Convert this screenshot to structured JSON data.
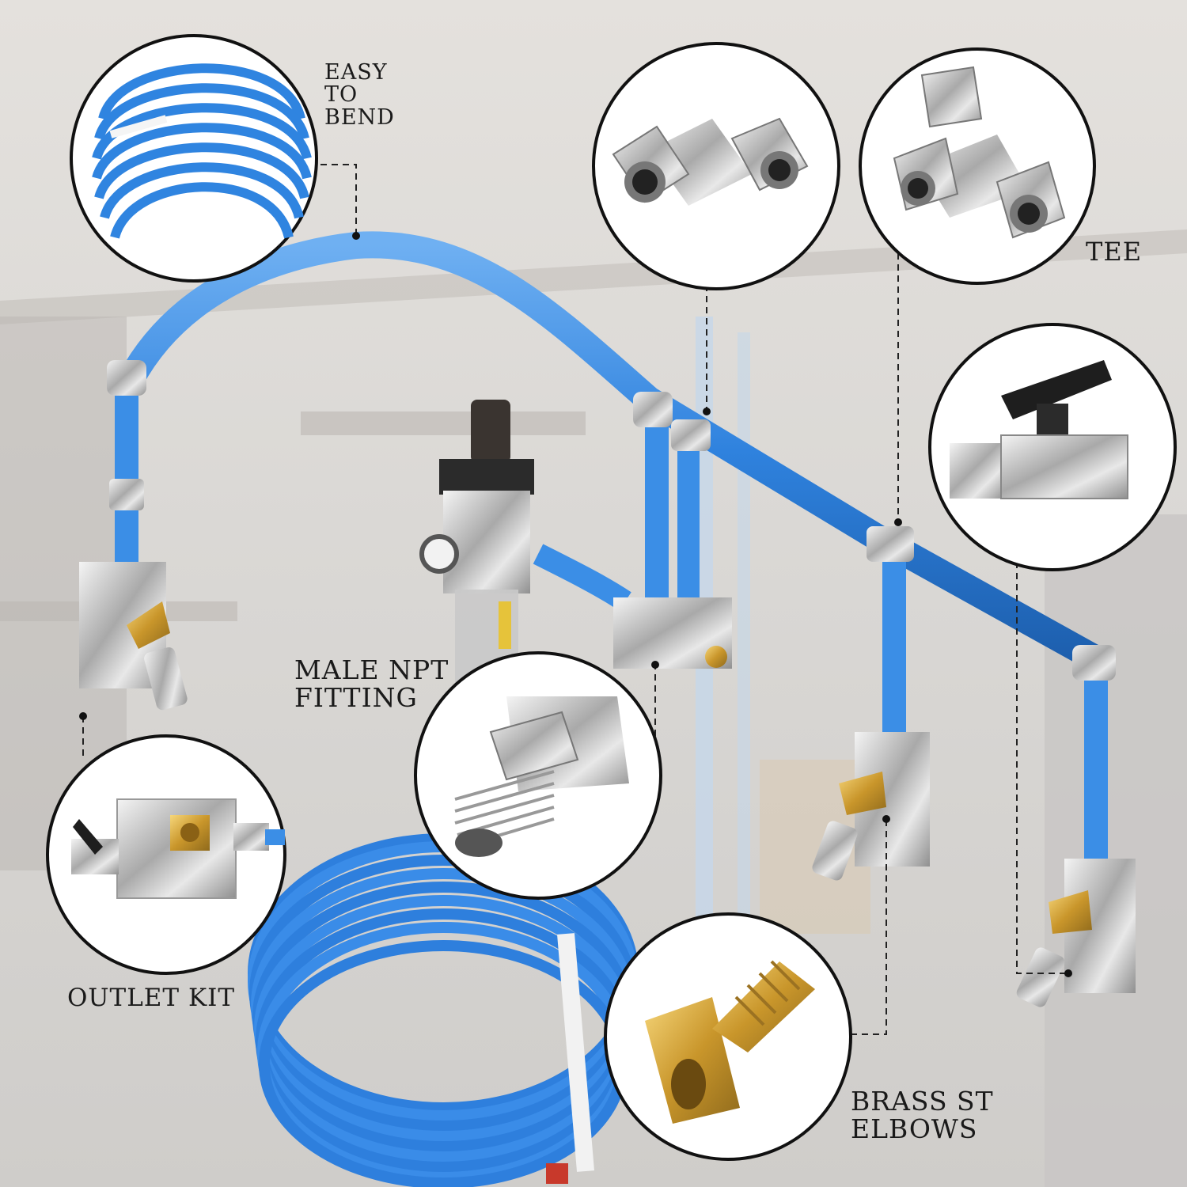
{
  "labels": {
    "easy_to_bend": [
      "EASY",
      "TO",
      "BEND"
    ],
    "tee": "TEE",
    "male_npt": [
      "MALE NPT",
      "FITTING"
    ],
    "outlet_kit": "OUTLET KIT",
    "brass_st_elbows": [
      "BRASS ST",
      "ELBOWS"
    ]
  },
  "colors": {
    "tubing_blue": "#3b8ee6",
    "brass": "#d8a93a",
    "chrome": "#c9c9c9",
    "background_garage": "#dcdad7"
  }
}
